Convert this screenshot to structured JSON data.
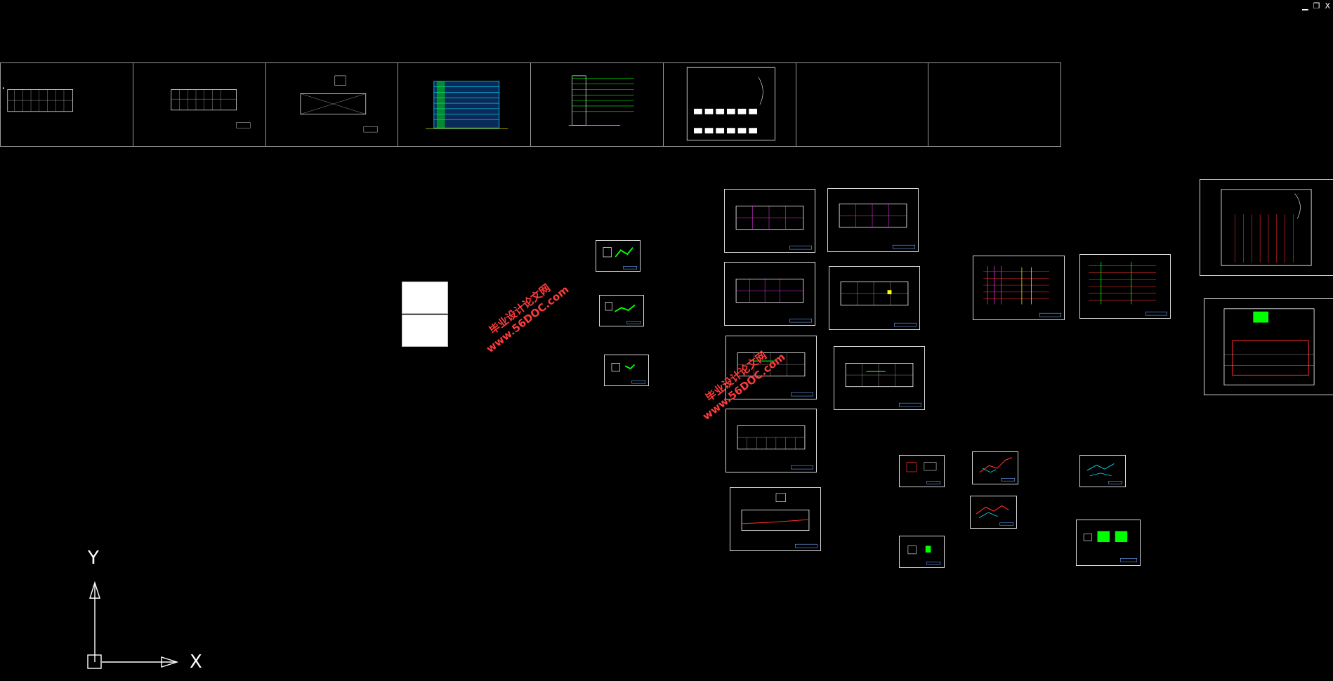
{
  "window_controls": {
    "minimize_glyph": "▁",
    "restore_glyph": "❐",
    "close_glyph": "X"
  },
  "watermarks": [
    {
      "line1": "毕业设计论文网",
      "line2": "www.56DOC.com"
    },
    {
      "line1": "毕业设计论文网",
      "line2": "www.56DOC.com"
    }
  ],
  "ucs": {
    "x_label": "X",
    "y_label": "Y"
  },
  "colors": {
    "background": "#000000",
    "sheet_border": "#d8d8d8",
    "plan_lines": "#ffffff",
    "accent_magenta": "#ff3cff",
    "accent_red": "#ff2d2d",
    "accent_green": "#00ff00",
    "accent_cyan": "#00e5ff",
    "accent_yellow": "#ffff00",
    "watermark": "#ff3b3b"
  }
}
